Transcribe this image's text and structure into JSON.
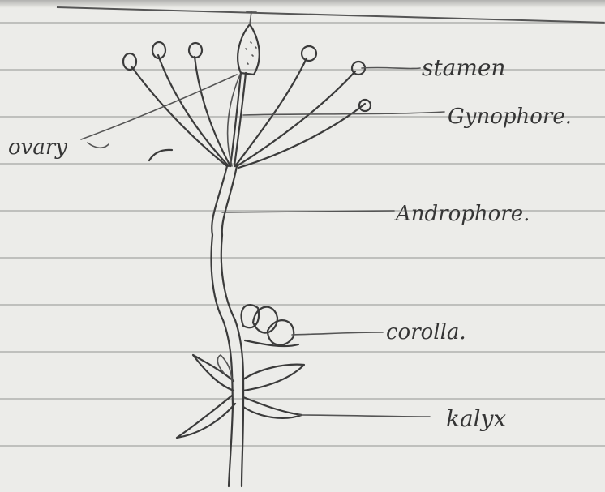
{
  "diagram": {
    "labels": {
      "stamen": "stamen",
      "gynophore": "Gynophore.",
      "ovary": "ovary",
      "androphore": "Androphore.",
      "corolla": "corolla.",
      "calyx": "kalyx"
    }
  },
  "colors": {
    "paper": "#ecece9",
    "rule_line": "#bfc0bd",
    "ink": "#3b3b3b"
  }
}
